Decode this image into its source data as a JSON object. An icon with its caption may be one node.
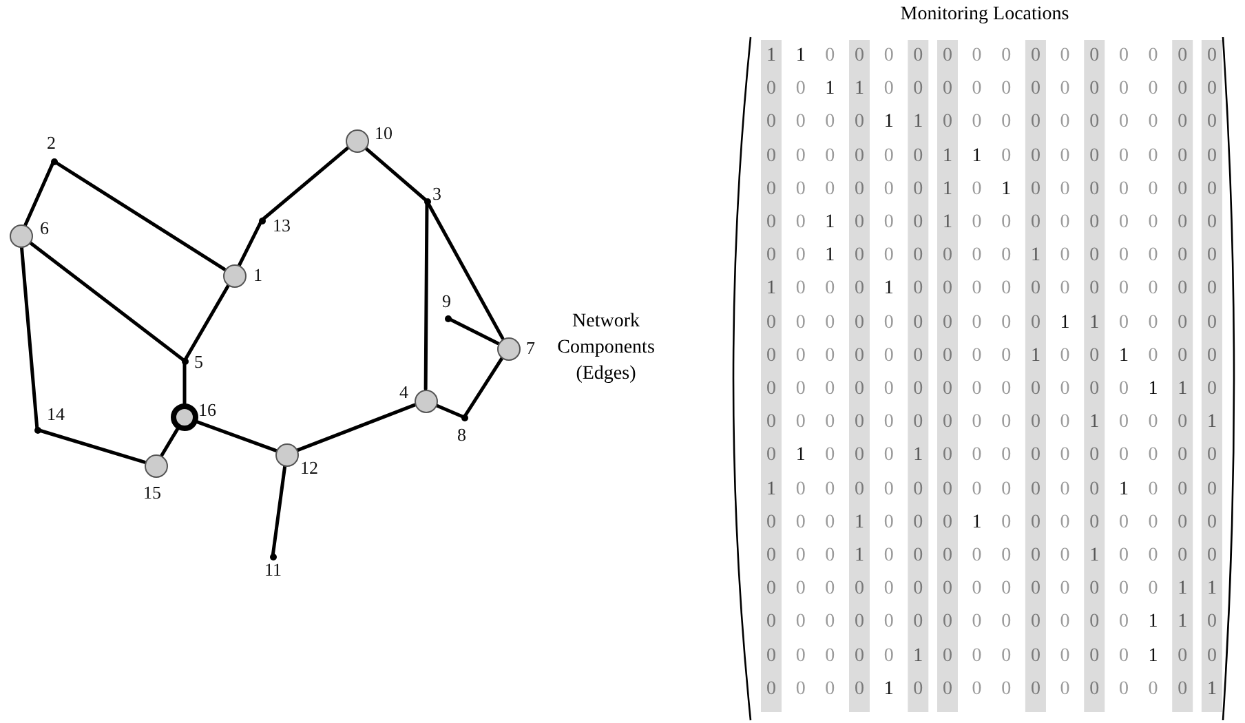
{
  "diagram": {
    "nodes": [
      {
        "text": [],
        "shape": "circle",
        "beside": [
          "1"
        ]
      },
      {
        "text": [],
        "shape": "point",
        "beside": [
          "2"
        ]
      },
      {
        "text": [],
        "shape": "point",
        "beside": [
          "3"
        ]
      },
      {
        "text": [],
        "shape": "circle",
        "beside": [
          "4"
        ]
      },
      {
        "text": [],
        "shape": "point",
        "beside": [
          "5"
        ]
      },
      {
        "text": [],
        "shape": "circle",
        "beside": [
          "6"
        ]
      },
      {
        "text": [],
        "shape": "circle",
        "beside": [
          "7"
        ]
      },
      {
        "text": [],
        "shape": "point",
        "beside": [
          "8"
        ]
      },
      {
        "text": [],
        "shape": "point",
        "beside": [
          "9"
        ]
      },
      {
        "text": [],
        "shape": "circle",
        "beside": [
          "10"
        ]
      },
      {
        "text": [],
        "shape": "point",
        "beside": [
          "11"
        ]
      },
      {
        "text": [],
        "shape": "circle",
        "beside": [
          "12"
        ]
      },
      {
        "text": [],
        "shape": "point",
        "beside": [
          "13"
        ]
      },
      {
        "text": [],
        "shape": "point",
        "beside": [
          "14"
        ]
      },
      {
        "text": [],
        "shape": "circle",
        "beside": [
          "15"
        ]
      },
      {
        "text": [],
        "shape": "circle",
        "beside": [
          "16"
        ]
      }
    ],
    "edges": [
      {
        "from": 1,
        "to": 5,
        "arrow": "none"
      },
      {
        "from": 1,
        "to": 0,
        "arrow": "none"
      },
      {
        "from": 5,
        "to": 4,
        "arrow": "none"
      },
      {
        "from": 5,
        "to": 13,
        "arrow": "none"
      },
      {
        "from": 13,
        "to": 14,
        "arrow": "none"
      },
      {
        "from": 14,
        "to": 15,
        "arrow": "none"
      },
      {
        "from": 15,
        "to": 4,
        "arrow": "none"
      },
      {
        "from": 4,
        "to": 0,
        "arrow": "none"
      },
      {
        "from": 0,
        "to": 12,
        "arrow": "none"
      },
      {
        "from": 12,
        "to": 9,
        "arrow": "none"
      },
      {
        "from": 9,
        "to": 2,
        "arrow": "none"
      },
      {
        "from": 2,
        "to": 3,
        "arrow": "none"
      },
      {
        "from": 2,
        "to": 6,
        "arrow": "none"
      },
      {
        "from": 8,
        "to": 6,
        "arrow": "none"
      },
      {
        "from": 6,
        "to": 7,
        "arrow": "none"
      },
      {
        "from": 7,
        "to": 3,
        "arrow": "none"
      },
      {
        "from": 3,
        "to": 11,
        "arrow": "none"
      },
      {
        "from": 11,
        "to": 15,
        "arrow": "none"
      },
      {
        "from": 11,
        "to": 10,
        "arrow": "none"
      }
    ],
    "labels": [
      "Monitoring Locations",
      "Network Components (Edges)",
      "1",
      "1",
      "0",
      "0",
      "0",
      "0",
      "0",
      "0",
      "0",
      "0",
      "0",
      "0",
      "0",
      "0",
      "0",
      "0",
      "0",
      "0",
      "1",
      "1",
      "0",
      "0",
      "0",
      "0",
      "0",
      "0",
      "0",
      "0",
      "0",
      "0",
      "0",
      "0",
      "0",
      "0",
      "0",
      "0",
      "1",
      "1",
      "0",
      "0",
      "0",
      "0",
      "0",
      "0",
      "0",
      "0",
      "0",
      "0",
      "0",
      "0",
      "0",
      "0",
      "0",
      "0",
      "1",
      "1",
      "0",
      "0",
      "0",
      "0",
      "0",
      "0",
      "0",
      "0",
      "0",
      "0",
      "0",
      "0",
      "0",
      "0",
      "1",
      "0",
      "1",
      "0",
      "0",
      "0",
      "0",
      "0",
      "0",
      "0",
      "0",
      "0",
      "1",
      "0",
      "0",
      "0",
      "1",
      "0",
      "0",
      "0",
      "0",
      "0",
      "0",
      "0",
      "0",
      "0",
      "0",
      "0",
      "1",
      "0",
      "0",
      "0",
      "0",
      "0",
      "0",
      "1",
      "0",
      "0",
      "0",
      "0",
      "0",
      "0",
      "1",
      "0",
      "0",
      "0",
      "1",
      "0",
      "0",
      "0",
      "0",
      "0",
      "0",
      "0",
      "0",
      "0",
      "0",
      "0",
      "0",
      "0",
      "0",
      "0",
      "0",
      "0",
      "0",
      "0",
      "0",
      "0",
      "1",
      "1",
      "0",
      "0",
      "0",
      "0",
      "0",
      "0",
      "0",
      "0",
      "0",
      "0",
      "0",
      "0",
      "0",
      "1",
      "0",
      "0",
      "1",
      "0",
      "0",
      "0",
      "0",
      "0",
      "0",
      "0",
      "0",
      "0",
      "0",
      "0",
      "0",
      "0",
      "0",
      "0",
      "0",
      "1",
      "1",
      "0",
      "0",
      "0",
      "0",
      "0",
      "0",
      "0",
      "0",
      "0",
      "0",
      "0",
      "0",
      "1",
      "0",
      "0",
      "0",
      "1",
      "0",
      "1",
      "0",
      "0",
      "0",
      "1",
      "0",
      "0",
      "0",
      "0",
      "0",
      "0",
      "0",
      "0",
      "0",
      "0",
      "1",
      "0",
      "0",
      "0",
      "0",
      "0",
      "0",
      "0",
      "0",
      "0",
      "0",
      "0",
      "1",
      "0",
      "0",
      "0",
      "0",
      "0",
      "0",
      "1",
      "0",
      "0",
      "0",
      "1",
      "0",
      "0",
      "0",
      "0",
      "0",
      "0",
      "0",
      "0",
      "0",
      "0",
      "0",
      "1",
      "0",
      "0",
      "0",
      "0",
      "0",
      "0",
      "0",
      "1",
      "0",
      "0",
      "0",
      "0",
      "0",
      "0",
      "0",
      "0",
      "0",
      "0",
      "0",
      "0",
      "0",
      "0",
      "0",
      "0",
      "0",
      "0",
      "1",
      "1",
      "0",
      "0",
      "0",
      "0",
      "0",
      "0",
      "0",
      "0",
      "0",
      "0",
      "0",
      "0",
      "0",
      "1",
      "1",
      "0",
      "0",
      "0",
      "0",
      "0",
      "0",
      "1",
      "0",
      "0",
      "0",
      "0",
      "0",
      "0",
      "0",
      "1",
      "0",
      "0",
      "0",
      "0",
      "0",
      "0",
      "1",
      "0",
      "0",
      "0",
      "0",
      "0",
      "0",
      "0",
      "0",
      "0",
      "0",
      "1"
    ]
  }
}
